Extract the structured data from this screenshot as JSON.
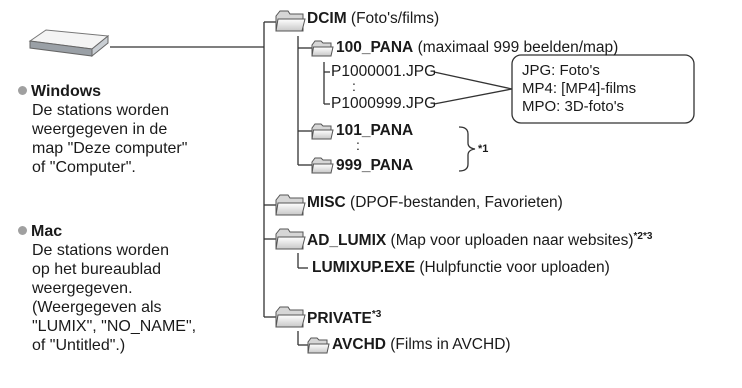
{
  "left": {
    "windows_title": "Windows",
    "windows_lines": [
      "De stations worden",
      "weergegeven in de",
      "map \"Deze computer\"",
      "of \"Computer\"."
    ],
    "mac_title": "Mac",
    "mac_lines": [
      "De stations worden",
      "op het bureaublad",
      "weergegeven.",
      "(Weergegeven als",
      "\"LUMIX\", \"NO_NAME\",",
      "of \"Untitled\".)"
    ]
  },
  "tree": {
    "dcim": {
      "name": "DCIM",
      "desc": " (Foto's/films)"
    },
    "pana100": {
      "name": "100_PANA",
      "desc": " (maximaal 999 beelden/map)"
    },
    "file_first": "P1000001.JPG",
    "vdots": ":",
    "file_last": "P1000999.JPG",
    "pana101": {
      "name": "101_PANA"
    },
    "pana999": {
      "name": "999_PANA"
    },
    "note1": "*1",
    "misc": {
      "name": "MISC",
      "desc": " (DPOF-bestanden, Favorieten)"
    },
    "ad_lumix": {
      "name": "AD_LUMIX",
      "desc": " (Map voor uploaden naar websites)",
      "sup": "*2*3"
    },
    "lumixup": {
      "name": "LUMIXUP.EXE",
      "desc": " (Hulpfunctie voor uploaden)"
    },
    "private": {
      "name": "PRIVATE",
      "sup": "*3"
    },
    "avchd": {
      "name": "AVCHD",
      "desc": " (Films in AVCHD)"
    }
  },
  "callout": {
    "lines": [
      "JPG: Foto's",
      "MP4: [MP4]-films",
      "MPO: 3D-foto's"
    ]
  }
}
